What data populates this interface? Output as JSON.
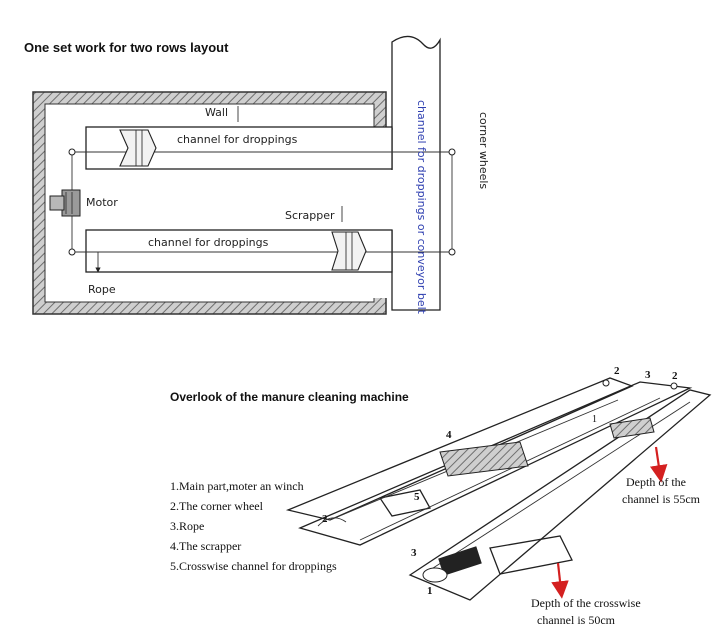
{
  "top_diagram": {
    "title": "One set work for two  rows layout",
    "labels": {
      "wall": "Wall",
      "channel_top": "channel for droppings",
      "motor": "Motor",
      "scrapper": "Scrapper",
      "channel_bottom": "channel for droppings",
      "rope": "Rope",
      "conveyor": "channel for droppings or conveyor belt",
      "corner_wheels": "corner wheels"
    }
  },
  "bottom_diagram": {
    "title": "Overlook of the manure cleaning machine",
    "legend": [
      "1.Main part,moter an winch",
      "2.The corner wheel",
      "3.Rope",
      "4.The scrapper",
      "5.Crosswise channel for droppings"
    ],
    "depth_channel_line1": "Depth of the",
    "depth_channel_line2": "channel is 55cm",
    "depth_cross_line1": "Depth of the crosswise",
    "depth_cross_line2": "channel is 50cm",
    "markers": [
      "1",
      "2",
      "3",
      "4",
      "5"
    ]
  },
  "colors": {
    "wall_hatch": "#8a8a8a",
    "text_blue": "#2e3fb0",
    "arrow_red": "#d42020"
  }
}
